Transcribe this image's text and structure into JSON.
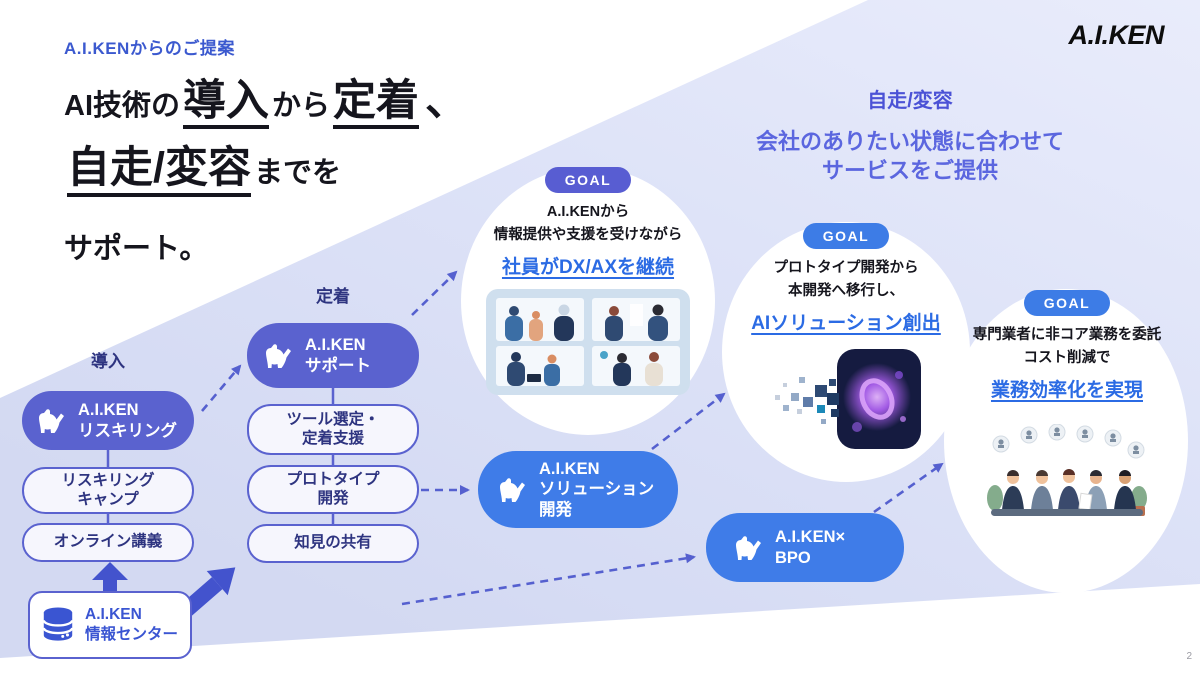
{
  "meta": {
    "page_number": "2"
  },
  "header": {
    "eyebrow": "A.I.KENからのご提案",
    "logo": "A.I.KEN"
  },
  "title": {
    "s1": "AI技術の",
    "s2": "導入",
    "s3": "から",
    "s4": "定着",
    "s5": "、",
    "s6": "自走/変容",
    "s7": "までを",
    "s8": "サポート。"
  },
  "right_heading": {
    "label": "自走/変容",
    "line1": "会社のありたい状態に合わせて",
    "line2": "サービスをご提供"
  },
  "goals": [
    {
      "badge": "GOAL",
      "lines": [
        "A.I.KENから",
        "情報提供や支援を受けながら"
      ],
      "highlight": "社員がDX/AXを継続",
      "image": "meeting-grid-illustration"
    },
    {
      "badge": "GOAL",
      "lines": [
        "プロトタイプ開発から",
        "本開発へ移行し、"
      ],
      "highlight": "AIソリューション創出",
      "image": "ai-solution-illustration"
    },
    {
      "badge": "GOAL",
      "lines": [
        "専門業者に非コア業務を委託",
        "コスト削減で"
      ],
      "highlight": "業務効率化を実現",
      "image": "bpo-team-illustration"
    }
  ],
  "flow": {
    "intro": {
      "label": "導入",
      "main_line1": "A.I.KEN",
      "main_line2": "リスキリング",
      "item1_line1": "リスキリング",
      "item1_line2": "キャンプ",
      "item2": "オンライン講義"
    },
    "settle": {
      "label": "定着",
      "main_line1": "A.I.KEN",
      "main_line2": "サポート",
      "item1_line1": "ツール選定・",
      "item1_line2": "定着支援",
      "item2_line1": "プロトタイプ",
      "item2_line2": "開発",
      "item3": "知見の共有"
    },
    "solution": {
      "line1": "A.I.KEN",
      "line2": "ソリューション",
      "line3": "開発"
    },
    "bpo": {
      "line1": "A.I.KEN×",
      "line2": "BPO"
    },
    "info_center": {
      "line1": "A.I.KEN",
      "line2": "情報センター"
    }
  },
  "colors": {
    "accent_indigo": "#5a62cf",
    "accent_blue": "#3f7ce8",
    "link_blue": "#2b6be4",
    "badge_purple": "#585dd2",
    "badge_blue": "#3d7ce6",
    "wedge_lavender": "#dadff5",
    "arrow_indigo": "#4353cd",
    "heading_blue": "#3b59cf",
    "text_dark": "#15151d"
  }
}
